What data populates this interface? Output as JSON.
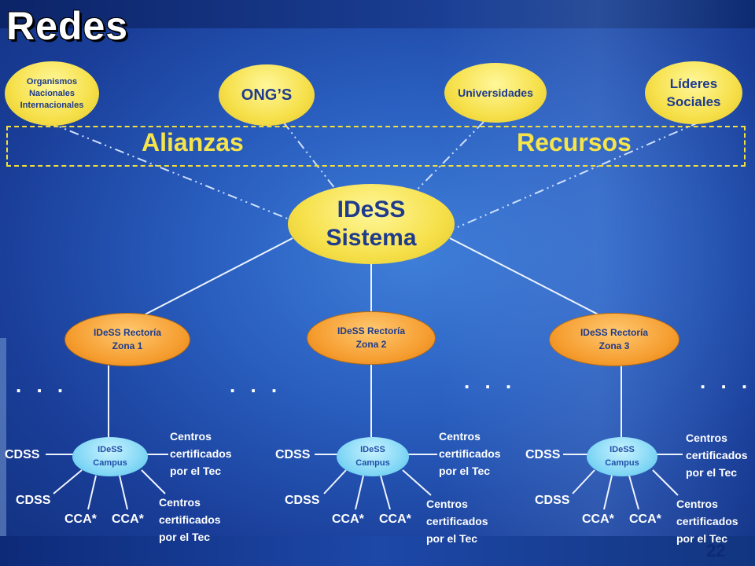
{
  "title": "Redes",
  "top_nodes": [
    "Organismos Nacionales Internacionales",
    "ONG’S",
    "Universidades",
    "Líderes Sociales"
  ],
  "band": {
    "left": "Alianzas",
    "right": "Recursos"
  },
  "center": {
    "line1": "IDeSS",
    "line2": "Sistema"
  },
  "zones": [
    {
      "line1": "IDeSS Rectoría",
      "line2": "Zona 1"
    },
    {
      "line1": "IDeSS Rectoría",
      "line2": "Zona 2"
    },
    {
      "line1": "IDeSS Rectoría",
      "line2": "Zona 3"
    }
  ],
  "ellipsis": ". . .",
  "campus": {
    "line1": "IDeSS",
    "line2": "Campus"
  },
  "labels": {
    "cdss": "CDSS",
    "cca": "CCA*",
    "centros_l1": "Centros",
    "centros_l2": "certificados",
    "centros_l3": "por el Tec"
  },
  "page_number": "22",
  "colors": {
    "node_yellow": "#f6e04a",
    "node_orange": "#f59c2e",
    "node_cyan": "#7fd6f5",
    "text_dark": "#1f3b8c"
  }
}
